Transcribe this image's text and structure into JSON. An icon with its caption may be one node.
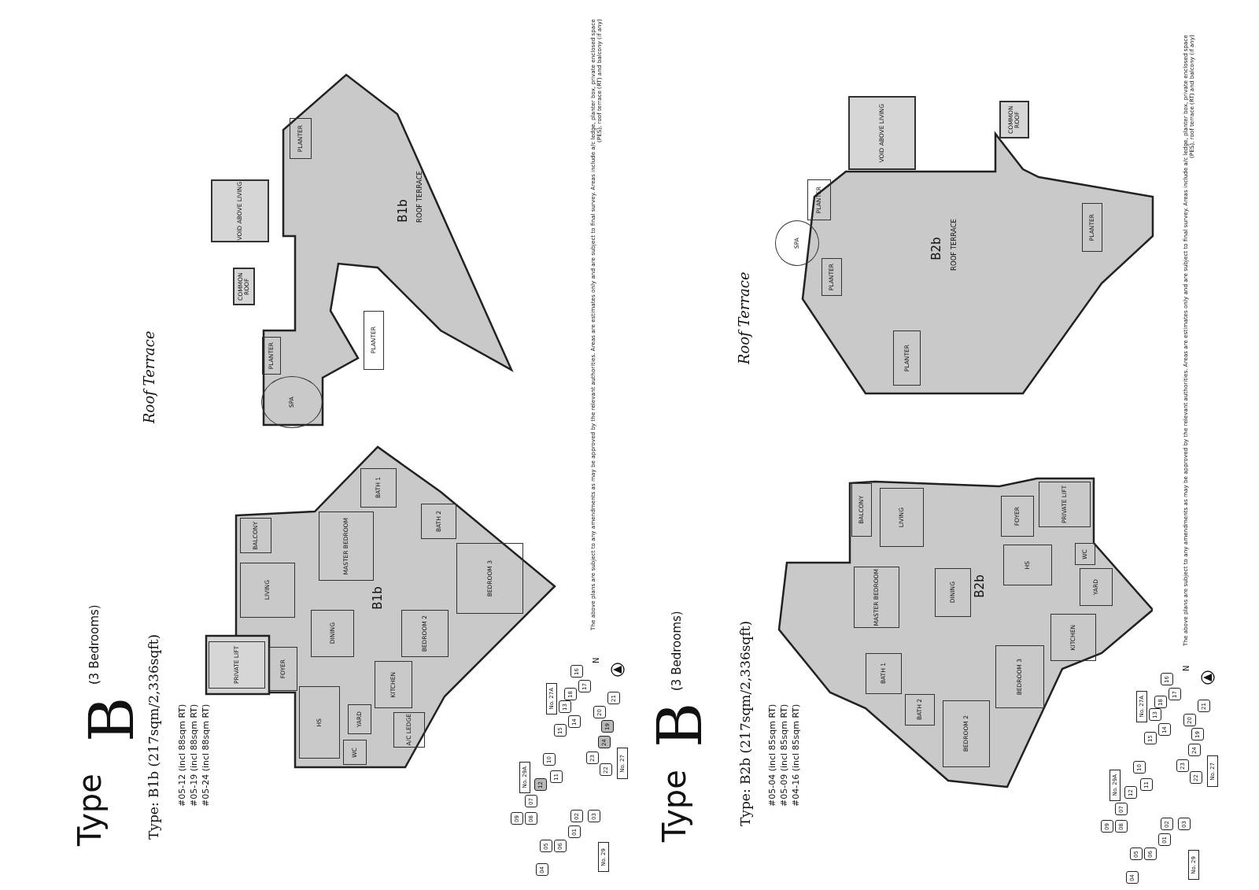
{
  "diagram": {
    "nodes": [
      {
        "text": [
          "B1b"
        ]
      },
      {
        "text": [
          "PRIVATE LIFT"
        ],
        "in": 0
      },
      {
        "text": [
          "FOYER"
        ],
        "in": 0
      },
      {
        "text": [
          "HS"
        ],
        "in": 0
      },
      {
        "text": [
          "YARD"
        ],
        "in": 0
      },
      {
        "text": [
          "WC"
        ],
        "in": 0
      },
      {
        "text": [
          "KITCHEN"
        ],
        "in": 0
      },
      {
        "text": [
          "A/C LEDGE"
        ],
        "in": 0
      },
      {
        "text": [
          "DINING"
        ],
        "in": 0
      },
      {
        "text": [
          "LIVING"
        ],
        "in": 0
      },
      {
        "text": [
          "BALCONY"
        ],
        "in": 0
      },
      {
        "text": [
          "MASTER BEDROOM"
        ],
        "in": 0
      },
      {
        "text": [
          "BATH 1"
        ],
        "in": 0
      },
      {
        "text": [
          "BATH 2"
        ],
        "in": 0
      },
      {
        "text": [
          "BEDROOM 2"
        ],
        "in": 0
      },
      {
        "text": [
          "BEDROOM 3"
        ],
        "in": 0
      },
      {
        "text": [
          "B1b",
          "ROOF TERRACE"
        ]
      },
      {
        "text": [
          "VOID ABOVE LIVING"
        ]
      },
      {
        "text": [
          "PLANTER"
        ],
        "in": 16
      },
      {
        "text": [
          "COMMON ROOF"
        ]
      },
      {
        "text": [
          "PLANTER"
        ],
        "in": 16
      },
      {
        "text": [
          "SPA"
        ],
        "in": 16
      },
      {
        "text": [
          "PLANTER"
        ],
        "in": 16
      },
      {
        "text": [
          "No. 27A"
        ]
      },
      {
        "text": [
          "16"
        ]
      },
      {
        "text": [
          "17"
        ]
      },
      {
        "text": [
          "18"
        ]
      },
      {
        "text": [
          "13"
        ]
      },
      {
        "text": [
          "14"
        ]
      },
      {
        "text": [
          "15"
        ]
      },
      {
        "text": [
          "20"
        ]
      },
      {
        "text": [
          "21"
        ]
      },
      {
        "text": [
          "19"
        ]
      },
      {
        "text": [
          "24"
        ]
      },
      {
        "text": [
          "23"
        ]
      },
      {
        "text": [
          "22"
        ]
      },
      {
        "text": [
          "No. 27"
        ]
      },
      {
        "text": [
          "No. 29A"
        ]
      },
      {
        "text": [
          "10"
        ]
      },
      {
        "text": [
          "11"
        ]
      },
      {
        "text": [
          "12"
        ]
      },
      {
        "text": [
          "07"
        ]
      },
      {
        "text": [
          "08"
        ]
      },
      {
        "text": [
          "09"
        ]
      },
      {
        "text": [
          "02"
        ]
      },
      {
        "text": [
          "03"
        ]
      },
      {
        "text": [
          "01"
        ]
      },
      {
        "text": [
          "06"
        ]
      },
      {
        "text": [
          "05"
        ]
      },
      {
        "text": [
          "04"
        ]
      },
      {
        "text": [
          "No. 29"
        ]
      },
      {
        "text": [
          "B2b"
        ]
      },
      {
        "text": [
          "BALCONY"
        ],
        "in": 51
      },
      {
        "text": [
          "LIVING"
        ],
        "in": 51
      },
      {
        "text": [
          "FOYER"
        ],
        "in": 51
      },
      {
        "text": [
          "PRIVATE LIFT"
        ],
        "in": 51
      },
      {
        "text": [
          "HS"
        ],
        "in": 51
      },
      {
        "text": [
          "WC"
        ],
        "in": 51
      },
      {
        "text": [
          "YARD"
        ],
        "in": 51
      },
      {
        "text": [
          "KITCHEN"
        ],
        "in": 51
      },
      {
        "text": [
          "DINING"
        ],
        "in": 51
      },
      {
        "text": [
          "MASTER BEDROOM"
        ],
        "in": 51
      },
      {
        "text": [
          "BATH 1"
        ],
        "in": 51
      },
      {
        "text": [
          "BATH 2"
        ],
        "in": 51
      },
      {
        "text": [
          "BEDROOM 2"
        ],
        "in": 51
      },
      {
        "text": [
          "BEDROOM 3"
        ],
        "in": 51
      },
      {
        "text": [
          "B2b",
          "ROOF TERRACE"
        ]
      },
      {
        "text": [
          "VOID ABOVE LIVING"
        ]
      },
      {
        "text": [
          "COMMON ROOF"
        ]
      },
      {
        "text": [
          "PLANTER"
        ],
        "in": 66
      },
      {
        "text": [
          "SPA"
        ]
      },
      {
        "text": [
          "PLANTER"
        ],
        "in": 66
      },
      {
        "text": [
          "PLANTER"
        ],
        "in": 66
      },
      {
        "text": [
          "PLANTER"
        ],
        "in": 66
      },
      {
        "text": [
          "No. 27A"
        ]
      },
      {
        "text": [
          "16"
        ]
      },
      {
        "text": [
          "17"
        ]
      },
      {
        "text": [
          "18"
        ]
      },
      {
        "text": [
          "13"
        ]
      },
      {
        "text": [
          "14"
        ]
      },
      {
        "text": [
          "15"
        ]
      },
      {
        "text": [
          "20"
        ]
      },
      {
        "text": [
          "21"
        ]
      },
      {
        "text": [
          "19"
        ]
      },
      {
        "text": [
          "24"
        ]
      },
      {
        "text": [
          "23"
        ]
      },
      {
        "text": [
          "22"
        ]
      },
      {
        "text": [
          "No. 27"
        ]
      },
      {
        "text": [
          "No. 29A"
        ]
      },
      {
        "text": [
          "10"
        ]
      },
      {
        "text": [
          "11"
        ]
      },
      {
        "text": [
          "12"
        ]
      },
      {
        "text": [
          "07"
        ]
      },
      {
        "text": [
          "08"
        ]
      },
      {
        "text": [
          "09"
        ]
      },
      {
        "text": [
          "02"
        ]
      },
      {
        "text": [
          "03"
        ]
      },
      {
        "text": [
          "01"
        ]
      },
      {
        "text": [
          "06"
        ]
      },
      {
        "text": [
          "05"
        ]
      },
      {
        "text": [
          "04"
        ]
      },
      {
        "text": [
          "No. 29"
        ]
      }
    ],
    "labels": [
      "Type",
      "B",
      "(3 Bedrooms)",
      "Type: B1b (217sqm/2,336sqft)",
      "#05-12 (incl 88sqm RT)",
      "#05-19 (incl 88sqm RT)",
      "#05-24 (incl 88sqm RT)",
      "Roof Terrace",
      "N",
      "The above plans are subject to any amendments as may be approved by the relevant authorities. Areas are estimates only and are subject to final survey. Areas include a/c ledge, planter box, private enclosed space (PES), roof terrace (RT) and balcony (if any)",
      "Type",
      "B",
      "(3 Bedrooms)",
      "Type: B2b (217sqm/2,336sqft)",
      "#05-04 (incl 85sqm RT)",
      "#05-09 (incl 85sqm RT)",
      "#04-16 (incl 85sqm RT)",
      "Roof Terrace",
      "N",
      "The above plans are subject to any amendments as may be approved by the relevant authorities. Areas are estimates only and are subject to final survey. Areas include a/c ledge, planter box, private enclosed space (PES), roof terrace (RT) and balcony (if any)"
    ]
  }
}
